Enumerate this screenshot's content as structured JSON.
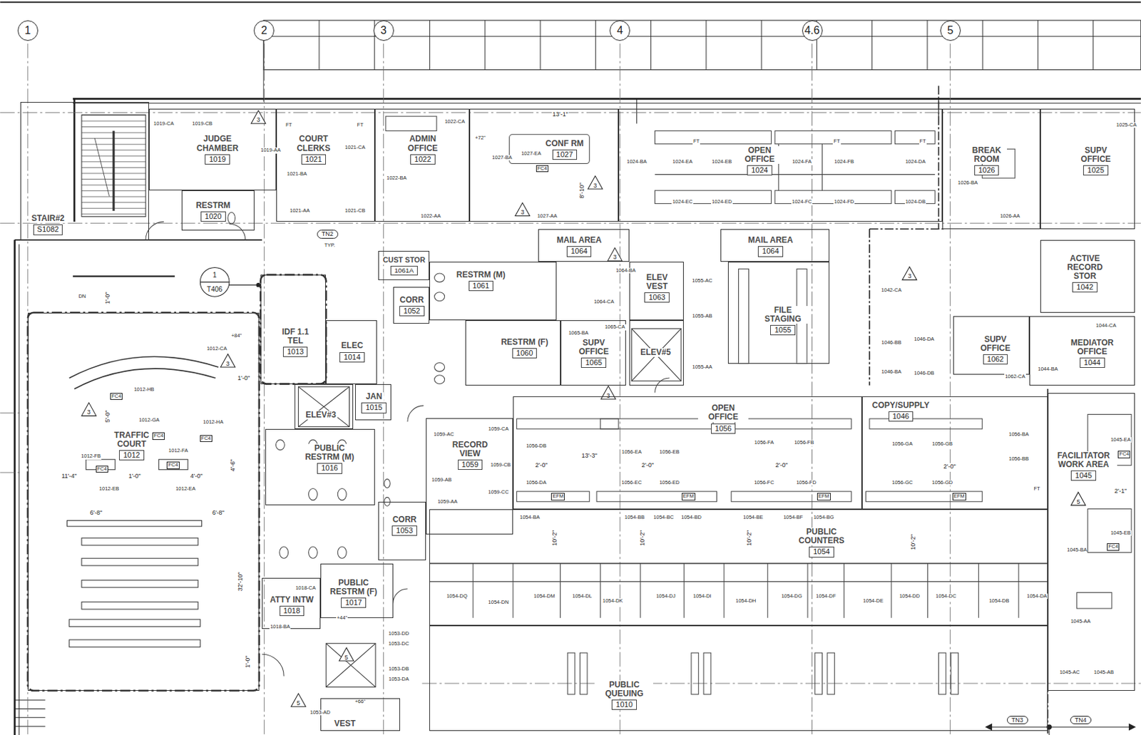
{
  "diagram": {
    "nodes": [
      {
        "text": [
          "STAIR#2",
          "S1082"
        ]
      },
      {
        "text": [
          "JUDGE CHAMBER",
          "1019"
        ]
      },
      {
        "text": [
          "RESTRM",
          "1020"
        ]
      },
      {
        "text": [
          "COURT CLERKS",
          "1021"
        ]
      },
      {
        "text": [
          "ADMIN OFFICE",
          "1022"
        ]
      },
      {
        "text": [
          "CONF RM",
          "1027"
        ]
      },
      {
        "text": [
          "OPEN OFFICE",
          "1024"
        ]
      },
      {
        "text": [
          "BREAK ROOM",
          "1026"
        ]
      },
      {
        "text": [
          "SUPV OFFICE",
          "1025"
        ]
      },
      {
        "text": [
          "CUST STOR",
          "1061A"
        ]
      },
      {
        "text": [
          "RESTRM (M)",
          "1061"
        ]
      },
      {
        "text": [
          "CORR",
          "1052"
        ]
      },
      {
        "text": [
          "MAIL AREA",
          "1064"
        ]
      },
      {
        "text": [
          "ELEV VEST",
          "1063"
        ]
      },
      {
        "text": [
          "MAIL AREA",
          "1064"
        ]
      },
      {
        "text": [
          "FILE STAGING",
          "1055"
        ]
      },
      {
        "text": [
          "ACTIVE RECORD STOR",
          "1042"
        ]
      },
      {
        "text": [
          "IDF 1.1 TEL",
          "1013"
        ]
      },
      {
        "text": [
          "ELEC",
          "1014"
        ]
      },
      {
        "text": [
          "JAN",
          "1015"
        ]
      },
      {
        "text": [
          "ELEV#3"
        ]
      },
      {
        "text": [
          "RESTRM (F)",
          "1060"
        ]
      },
      {
        "text": [
          "SUPV OFFICE",
          "1065"
        ]
      },
      {
        "text": [
          "ELEV#5"
        ]
      },
      {
        "text": [
          "SUPV OFFICE",
          "1062"
        ]
      },
      {
        "text": [
          "MEDIATOR OFFICE",
          "1044"
        ]
      },
      {
        "text": [
          "TRAFFIC COURT",
          "1012"
        ]
      },
      {
        "text": [
          "PUBLIC RESTRM (M)",
          "1016"
        ]
      },
      {
        "text": [
          "RECORD VIEW",
          "1059"
        ]
      },
      {
        "text": [
          "OPEN OFFICE",
          "1056"
        ]
      },
      {
        "text": [
          "COPY/SUPPLY",
          "1046"
        ]
      },
      {
        "text": [
          "FACILITATOR WORK AREA",
          "1045"
        ]
      },
      {
        "text": [
          "CORR",
          "1053"
        ]
      },
      {
        "text": [
          "PUBLIC COUNTERS",
          "1054"
        ]
      },
      {
        "text": [
          "ATTY INTW",
          "1018"
        ]
      },
      {
        "text": [
          "PUBLIC RESTRM (F)",
          "1017"
        ]
      },
      {
        "text": [
          "PUBLIC QUEUING",
          "1010"
        ]
      },
      {
        "text": [
          "VEST"
        ]
      }
    ],
    "labels": [
      "1",
      "2",
      "3",
      "4",
      "4.6",
      "5",
      "1",
      "T406",
      "TN2",
      "TYP.",
      "TN3",
      "TN4",
      "3",
      "3",
      "3",
      "3",
      "3",
      "3",
      "3",
      "3",
      "5",
      "5",
      "5",
      "1019-CA",
      "1019-CB",
      "1019-AA",
      "1021-BA",
      "1021-CA",
      "1021-AA",
      "1021-CB",
      "1022-BA",
      "1022-CA",
      "1022-AA",
      "1027-BA",
      "1027-EA",
      "1027-AA",
      "1024-BA",
      "1024-EA",
      "1024-EB",
      "1024-FA",
      "1024-FB",
      "1024-DA",
      "1024-EC",
      "1024-ED",
      "1024-FC",
      "1024-FD",
      "1024-DB",
      "1026-BA",
      "1026-AA",
      "1025-CA",
      "1064-BA",
      "1064-CA",
      "1065-CA",
      "1065-BA",
      "1055-AC",
      "1055-AB",
      "1055-AA",
      "1042-CA",
      "1046-BB",
      "1046-DA",
      "1046-BA",
      "1046-DB",
      "1062-CA",
      "1044-BA",
      "1044-CA",
      "1012-CA",
      "1012-HB",
      "1012-GA",
      "1012-HA",
      "1012-FB",
      "1012-FA",
      "1012-EB",
      "1012-EA",
      "1059-AC",
      "1059-AB",
      "1059-AA",
      "1059-CA",
      "1059-CB",
      "1059-CC",
      "1056-DB",
      "1056-DA",
      "1056-EA",
      "1056-EB",
      "1056-EC",
      "1056-ED",
      "1056-FA",
      "1056-FB",
      "1056-FC",
      "1056-FD",
      "1056-GA",
      "1056-GB",
      "1056-GC",
      "1056-GD",
      "1056-BA",
      "1056-BB",
      "1045-EA",
      "1045-EB",
      "1045-BA",
      "1045-AA",
      "1045-AC",
      "1045-AB",
      "1054-BA",
      "1054-BB",
      "1054-BC",
      "1054-BD",
      "1054-BE",
      "1054-BF",
      "1054-BG",
      "1054-DQ",
      "1054-DN",
      "1054-DM",
      "1054-DL",
      "1054-DK",
      "1054-DJ",
      "1054-DI",
      "1054-DH",
      "1054-DG",
      "1054-DF",
      "1054-DE",
      "1054-DD",
      "1054-DC",
      "1054-DB",
      "1054-DA",
      "1018-CA",
      "1018-BA",
      "1053-DD",
      "1053-DC",
      "1053-DB",
      "1053-DA",
      "1053-AD",
      "+84\"",
      "+72\"",
      "+44\"",
      "+66\"",
      "13'-1\"",
      "8'-10\"",
      "1'-0\"",
      "1'-0\"",
      "5'-0\"",
      "4'-6\"",
      "11'-4\"",
      "1'-0\"",
      "4'-0\"",
      "6'-8\"",
      "6'-8\"",
      "32'-10\"",
      "1'-0\"",
      "2'-0\"",
      "2'-0\"",
      "2'-0\"",
      "2'-0\"",
      "13'-3\"",
      "2'-1\"",
      "10'-2\"",
      "10'-2\"",
      "10'-2\"",
      "10'-2\"",
      "FC4",
      "FC4",
      "FC4",
      "FC4",
      "FC4",
      "FC4",
      "FC4",
      "FC4",
      "EFM",
      "EFM",
      "EFM",
      "EFM",
      "FT",
      "FT",
      "FT",
      "FT",
      "FT",
      "FT",
      "DN"
    ]
  }
}
